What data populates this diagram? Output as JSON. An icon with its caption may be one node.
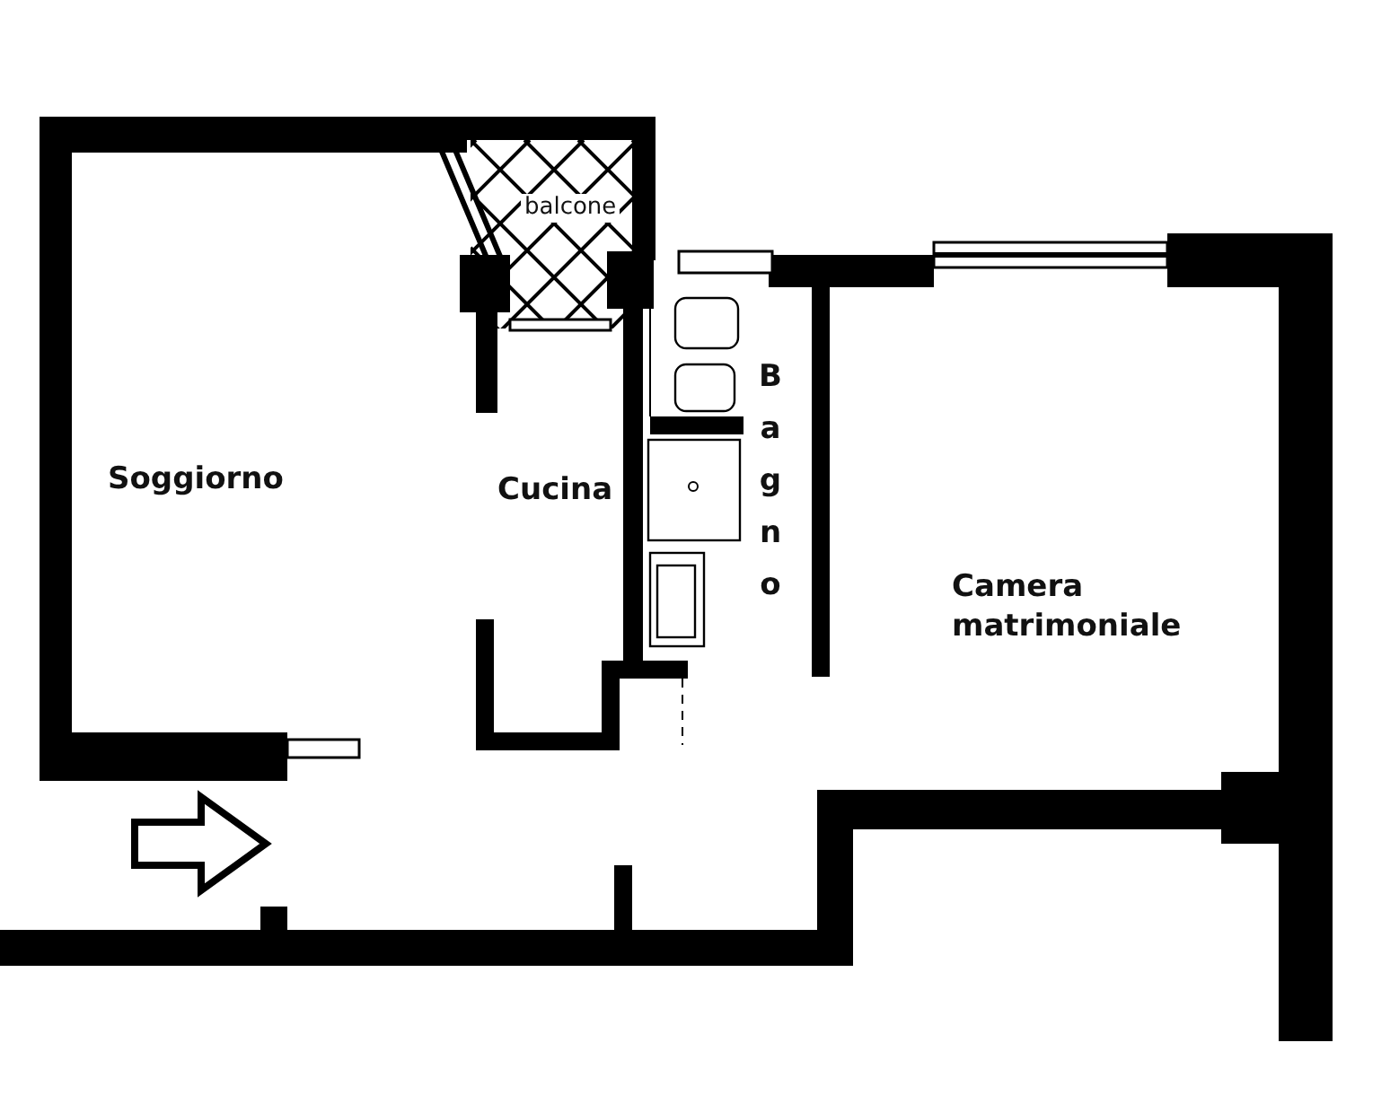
{
  "diagram": {
    "labels": [
      "balcone",
      "Soggiorno",
      "Cucina",
      "Bagno",
      "Camera matrimoniale"
    ]
  }
}
